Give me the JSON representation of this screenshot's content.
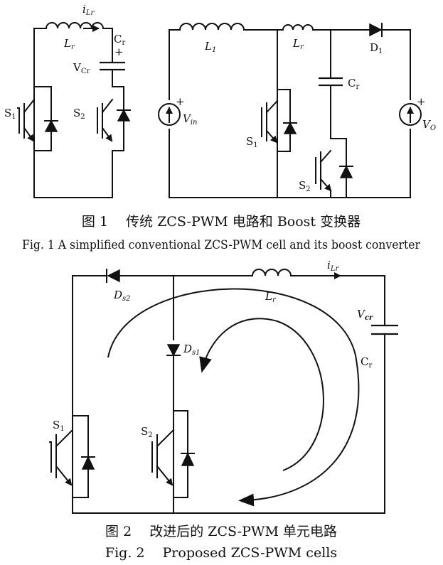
{
  "figure1": {
    "cell_labels": {
      "iLr": "i",
      "iLr_sub": "Lr",
      "Lr": "L",
      "Lr_sub": "r",
      "Cr": "C",
      "Cr_sub": "r",
      "VCr": "V",
      "VCr_sub": "Cr",
      "plus": "+",
      "S1": "S",
      "S1_sub": "1",
      "S2": "S",
      "S2_sub": "2"
    },
    "converter_labels": {
      "L1": "L",
      "L1_sub": "1",
      "Lr": "L",
      "Lr_sub": "r",
      "D1": "D",
      "D1_sub": "1",
      "Cr": "C",
      "Cr_sub": "r",
      "Vin": "V",
      "Vin_sub": "in",
      "VO": "V",
      "VO_sub": "O",
      "plus": "+",
      "S1": "S",
      "S1_sub": "1",
      "S2": "S",
      "S2_sub": "2"
    },
    "caption_cn": "图 1　 传统 ZCS-PWM 电路和 Boost 变换器",
    "caption_en": "Fig. 1 A simplified conventional ZCS-PWM cell and its boost converter"
  },
  "figure2": {
    "labels": {
      "Ds2": "D",
      "Ds2_sub": "s2",
      "Lr": "L",
      "Lr_sub": "r",
      "iLr": "i",
      "iLr_sub": "Lr",
      "Vcr": "V",
      "Vcr_sub": "cr",
      "Cr": "C",
      "Cr_sub": "r",
      "Ds1": "D",
      "Ds1_sub": "s1",
      "S1": "S",
      "S1_sub": "1",
      "S2": "S",
      "S2_sub": "2"
    },
    "caption_cn": "图 2　 改进后的 ZCS-PWM 单元电路",
    "caption_en": "Fig. 2　 Proposed ZCS-PWM cells"
  }
}
